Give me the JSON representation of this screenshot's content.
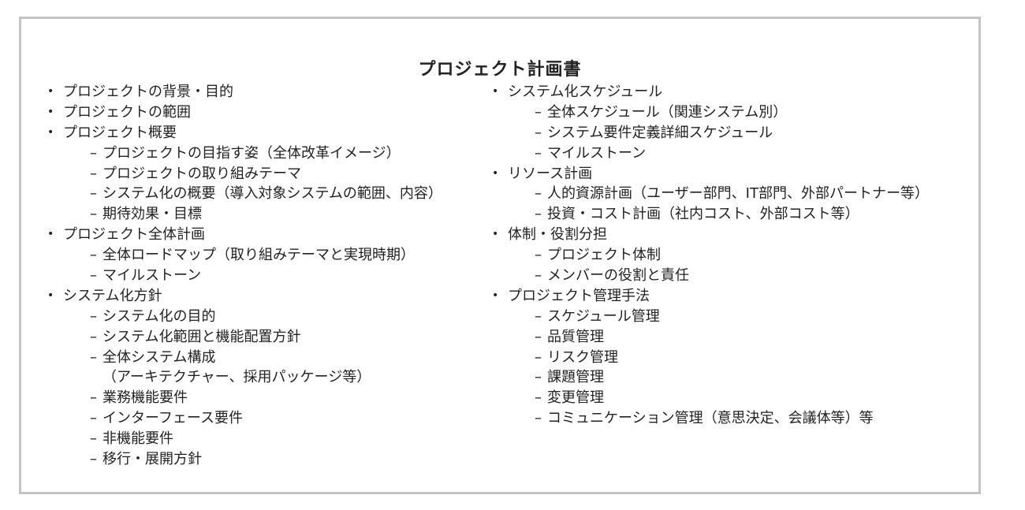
{
  "title": "プロジェクト計画書",
  "left_items": [
    {
      "level": 1,
      "text": "プロジェクトの背景・目的"
    },
    {
      "level": 1,
      "text": "プロジェクトの範囲"
    },
    {
      "level": 1,
      "text": "プロジェクト概要"
    },
    {
      "level": 2,
      "text": "プロジェクトの目指す姿（全体改革イメージ）"
    },
    {
      "level": 2,
      "text": "プロジェクトの取り組みテーマ"
    },
    {
      "level": 2,
      "text": "システム化の概要（導入対象システムの範囲、内容）"
    },
    {
      "level": 2,
      "text": "期待効果・目標"
    },
    {
      "level": 1,
      "text": "プロジェクト全体計画"
    },
    {
      "level": 2,
      "text": "全体ロードマップ（取り組みテーマと実現時期）"
    },
    {
      "level": 2,
      "text": "マイルストーン"
    },
    {
      "level": 1,
      "text": "システム化方針"
    },
    {
      "level": 2,
      "text": "システム化の目的"
    },
    {
      "level": 2,
      "text": "システム化範囲と機能配置方針"
    },
    {
      "level": 2,
      "text": "全体システム構成"
    },
    {
      "level": 3,
      "text": "（アーキテクチャー、採用パッケージ等）"
    },
    {
      "level": 2,
      "text": "業務機能要件"
    },
    {
      "level": 2,
      "text": "インターフェース要件"
    },
    {
      "level": 2,
      "text": "非機能要件"
    },
    {
      "level": 2,
      "text": "移行・展開方針"
    }
  ],
  "right_items": [
    {
      "level": 1,
      "text": "システム化スケジュール"
    },
    {
      "level": 2,
      "text": "全体スケジュール（関連システム別）"
    },
    {
      "level": 2,
      "text": "システム要件定義詳細スケジュール"
    },
    {
      "level": 2,
      "text": "マイルストーン"
    },
    {
      "level": 1,
      "text": "リソース計画"
    },
    {
      "level": 2,
      "text": "人的資源計画（ユーザー部門、IT部門、外部パートナー等）"
    },
    {
      "level": 2,
      "text": "投資・コスト計画（社内コスト、外部コスト等）"
    },
    {
      "level": 1,
      "text": "体制・役割分担"
    },
    {
      "level": 2,
      "text": "プロジェクト体制"
    },
    {
      "level": 2,
      "text": "メンバーの役割と責任"
    },
    {
      "level": 1,
      "text": "プロジェクト管理手法"
    },
    {
      "level": 2,
      "text": "スケジュール管理"
    },
    {
      "level": 2,
      "text": "品質管理"
    },
    {
      "level": 2,
      "text": "リスク管理"
    },
    {
      "level": 2,
      "text": "課題管理"
    },
    {
      "level": 2,
      "text": "変更管理"
    },
    {
      "level": 2,
      "text": "コミュニケーション管理（意思決定、会議体等）等"
    }
  ],
  "markers": {
    "bullet": "•",
    "dash": "–"
  }
}
